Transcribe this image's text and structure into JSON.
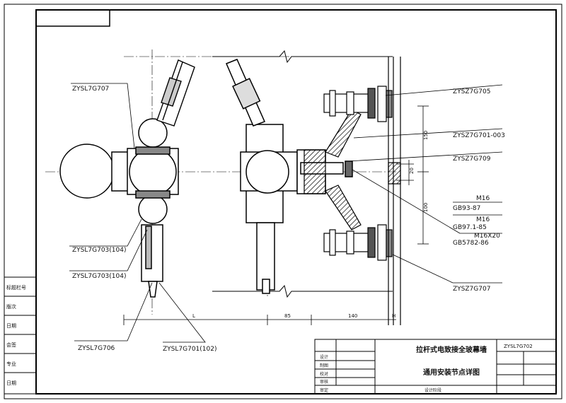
{
  "drawing": {
    "labels": {
      "l1": "ZYSL7G707",
      "l2": "ZYSL7G703(104)",
      "l3": "ZYSL7G703(104)",
      "l4": "ZYSL7G706",
      "l5": "ZYSL7G701(102)",
      "r1": "ZYSZ7G705",
      "r2": "ZYSZ7G701-003",
      "r3": "ZYSZ7G709",
      "r4": "M16",
      "r5": "GB93-87",
      "r6": "M16",
      "r7": "GB97.1-85",
      "r8": "M16X20",
      "r9": "GB5782-86",
      "r10": "ZYSZ7G707"
    },
    "dims": {
      "d150": "150",
      "d100": "100",
      "d20": "20",
      "dL": "L",
      "d85": "85",
      "d140": "140",
      "dH": "H"
    }
  },
  "title_block": {
    "title_line1": "拉杆式电致接全玻幕墙",
    "title_line2": "通用安装节点详图",
    "code": "ZYSL7G702",
    "left_fields": [
      "设计",
      "制图",
      "校对",
      "审核",
      "审定"
    ],
    "left_values": [
      "",
      "",
      "",
      "",
      ""
    ],
    "bottom_field": "设计阶段"
  },
  "side_strip": {
    "items": [
      "标题栏号",
      "版次",
      "日期",
      "会签",
      "专业",
      "日期"
    ]
  }
}
